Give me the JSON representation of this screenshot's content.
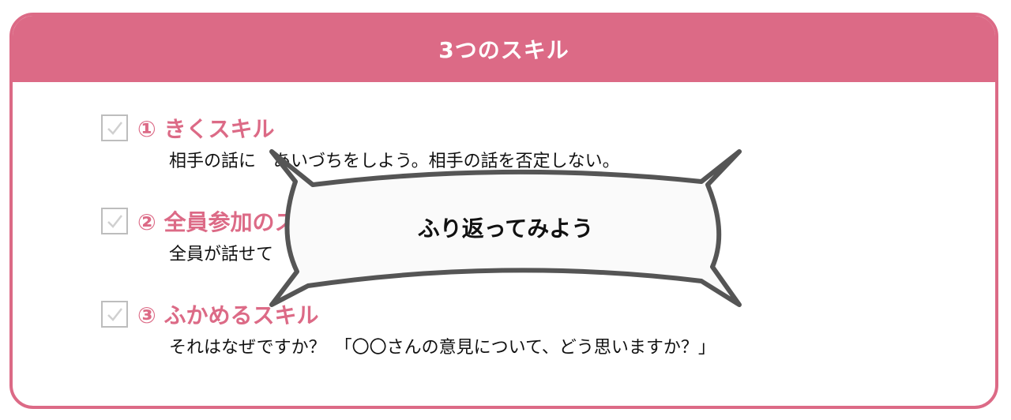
{
  "card": {
    "title": "3つのスキル"
  },
  "skills": [
    {
      "title": "① きくスキル",
      "description": "相手の話に　あいづちをしよう。相手の話を否定しない。"
    },
    {
      "title": "② 全員参加のスキル",
      "description": "全員が話せて　いるか確認しよう。"
    },
    {
      "title": "③ ふかめるスキル",
      "description": "それはなぜですか？　「〇〇さんの意見について、どう思いますか？」"
    }
  ],
  "overlay": {
    "label": "ふり返ってみよう"
  },
  "colors": {
    "accent": "#dc6a86",
    "checkbox_border": "#bdbdbd",
    "overlay_stroke": "#555555"
  },
  "icons": {
    "checkbox": "checkmark-icon"
  }
}
